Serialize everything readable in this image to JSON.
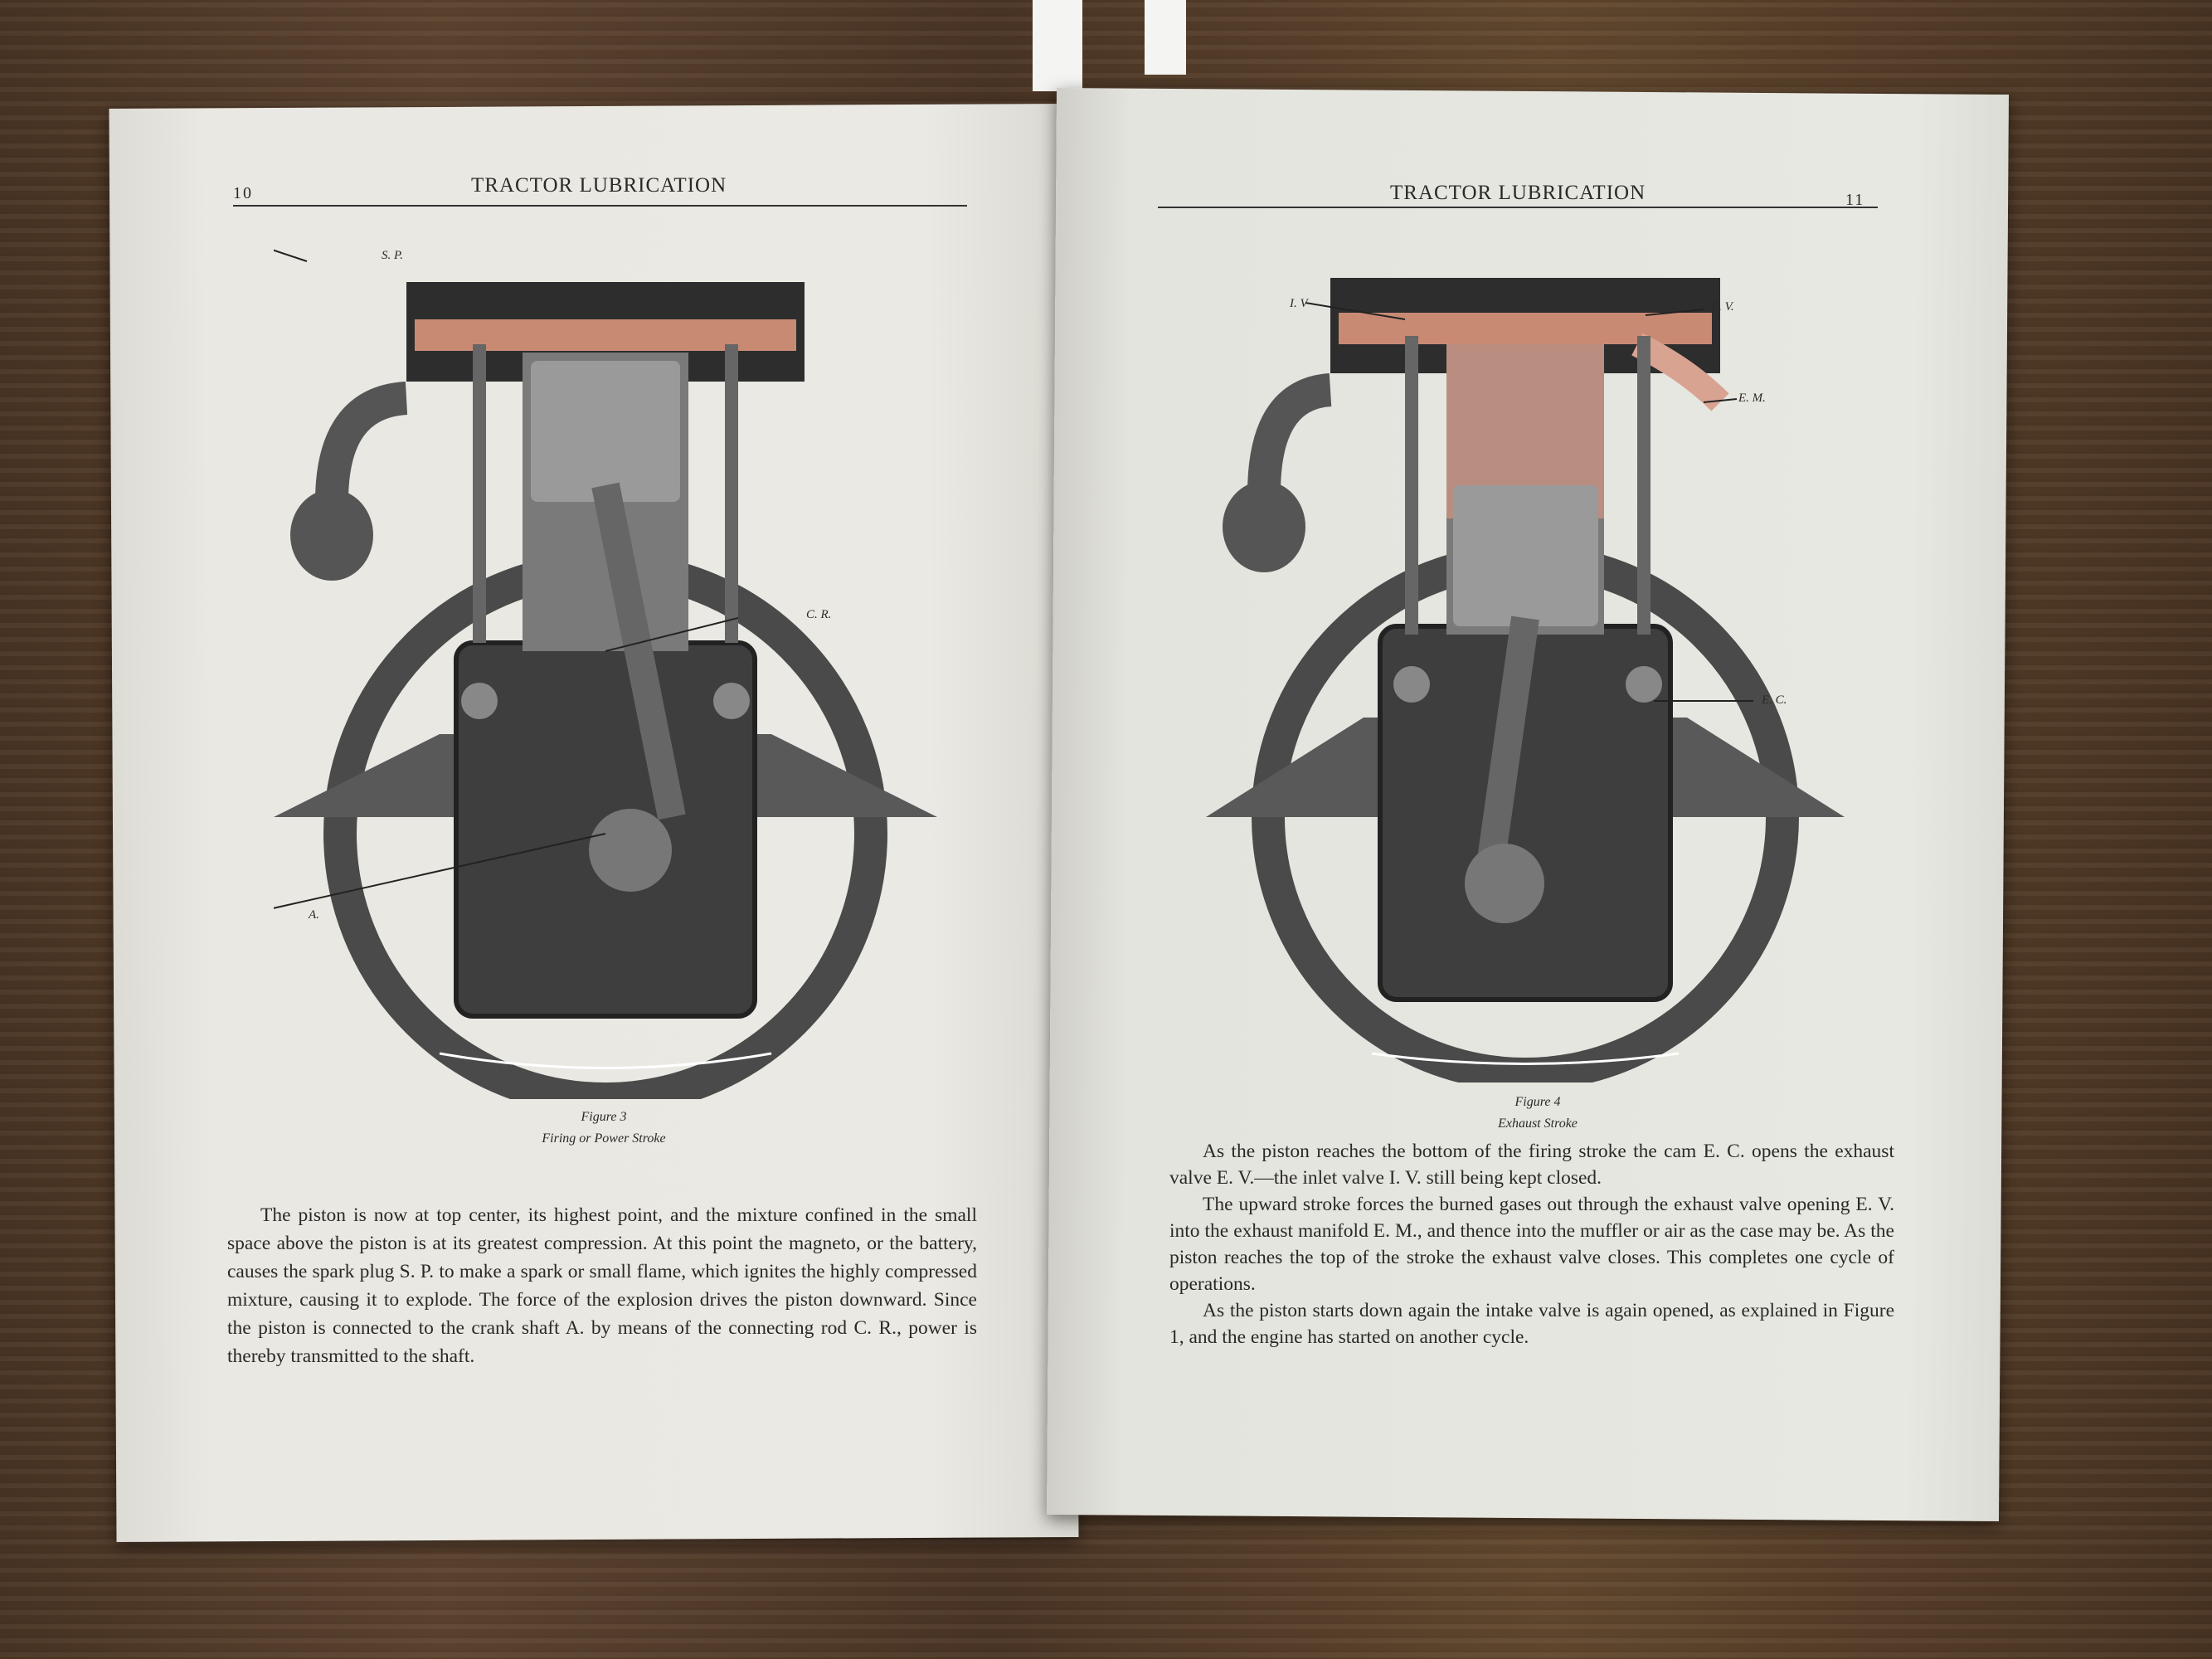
{
  "left_page": {
    "page_number": "10",
    "running_head": "TRACTOR LUBRICATION",
    "figure": {
      "labels": {
        "sp": "S. P.",
        "cr": "C. R.",
        "a": "A."
      },
      "number": "Figure 3",
      "title": "Firing or Power Stroke"
    },
    "paragraphs": [
      "The piston is now at top center, its highest point, and the mixture confined in the small space above the piston is at its greatest compression.  At this point the magneto, or the battery, causes the spark plug S. P. to make a spark or small flame, which ignites the highly compressed mixture, causing it to explode.  The force of the explosion drives the piston downward.  Since the piston is connected to the crank shaft A. by means of the connecting rod C. R., power is thereby transmitted to the shaft."
    ]
  },
  "right_page": {
    "page_number": "11",
    "running_head": "TRACTOR LUBRICATION",
    "figure": {
      "labels": {
        "iv": "I. V",
        "ev": "E. V.",
        "em": "E. M.",
        "ec": "E. C."
      },
      "number": "Figure 4",
      "title": "Exhaust Stroke"
    },
    "paragraphs": [
      "As the piston reaches the bottom of the firing stroke the cam E. C. opens the exhaust valve E. V.—the inlet valve I. V. still being kept closed.",
      "The upward stroke forces the burned gases out through the exhaust valve opening E. V. into the exhaust manifold E. M., and thence into the muffler or air as the case may be.  As the piston reaches the top of the stroke the exhaust valve closes.  This completes one cycle of operations.",
      "As the piston starts down again the intake valve is again opened, as explained in Figure 1, and the engine has started on another cycle."
    ]
  },
  "colors": {
    "paper": "#e7e6e0",
    "wood": "#4f3927",
    "ink": "#2b2926",
    "combustion": "#c98a74"
  }
}
